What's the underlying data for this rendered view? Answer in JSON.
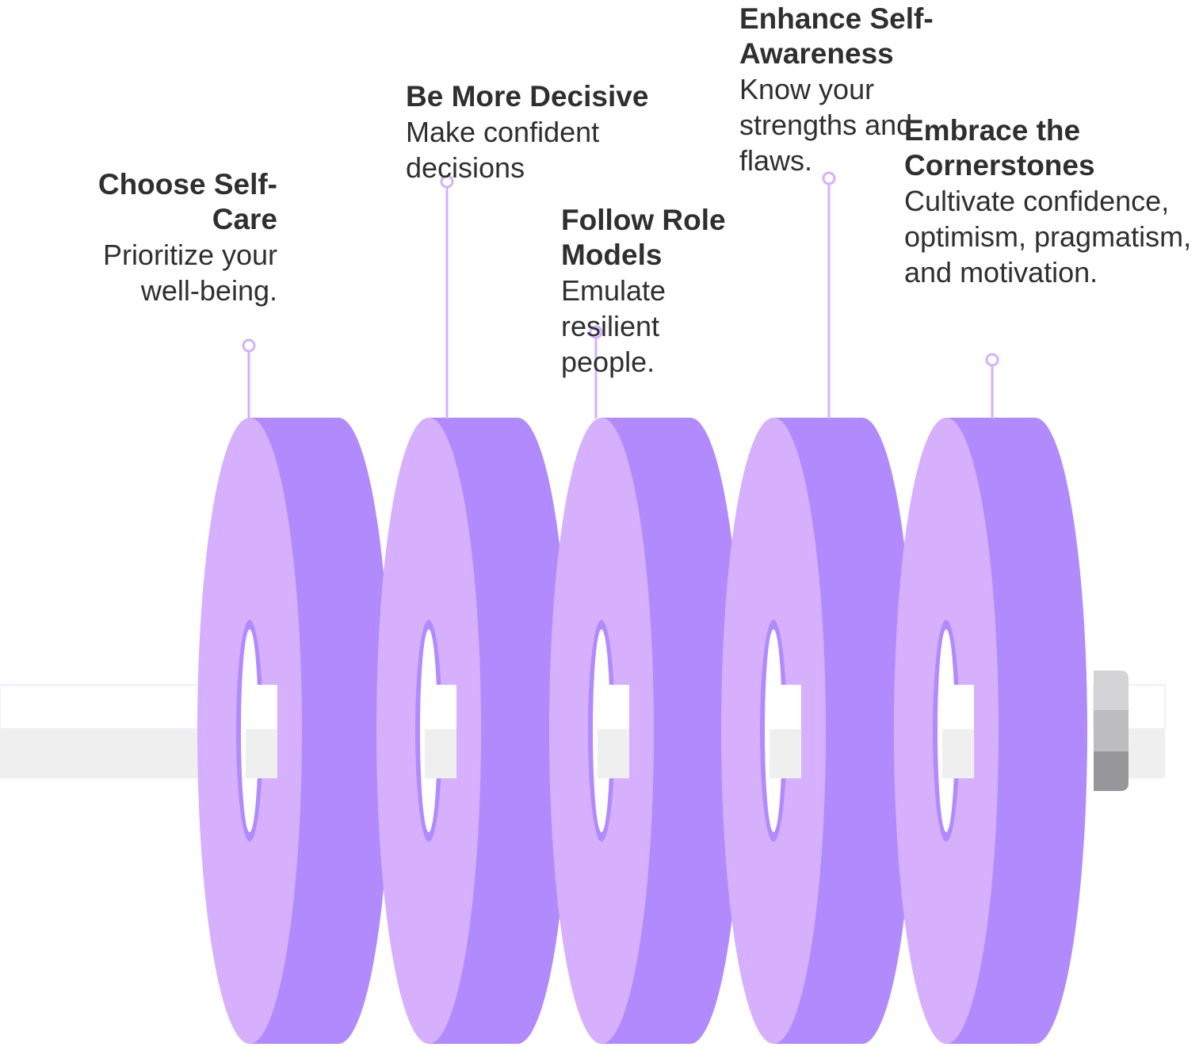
{
  "colors": {
    "plate_face": "#d6b0fd",
    "plate_side": "#b18bfd",
    "connector": "#d6b0fd",
    "bar_top": "#ffffff",
    "bar_bottom": "#efefef",
    "collar_light": "#d4d4d6",
    "collar_mid": "#bdbdbf",
    "collar_dark": "#97979b",
    "text": "#2f2f2f"
  },
  "steps": [
    {
      "title": "Choose Self-Care",
      "desc": "Prioritize your well-being."
    },
    {
      "title": "Be More Decisive",
      "desc": "Make confident decisions"
    },
    {
      "title": "Follow Role Models",
      "desc": "Emulate resilient people."
    },
    {
      "title": "Enhance Self-Awareness",
      "desc": "Know your strengths and flaws."
    },
    {
      "title": "Embrace the Cornerstones",
      "desc": "Cultivate confidence, optimism, pragmatism, and motivation."
    }
  ]
}
